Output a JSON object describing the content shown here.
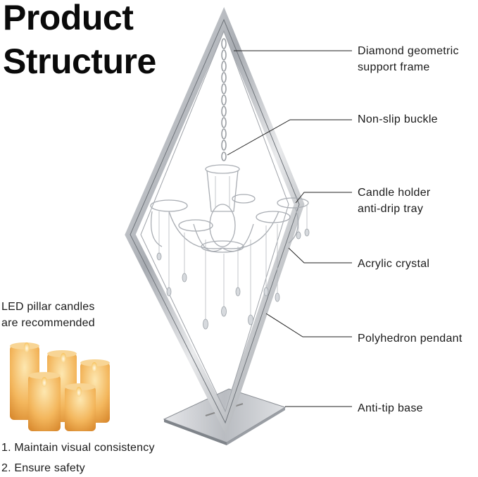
{
  "heading": {
    "line1": "Product",
    "line2": "Structure"
  },
  "callouts": [
    {
      "line1": "Diamond geometric",
      "line2": "support frame"
    },
    {
      "line1": "Non-slip buckle",
      "line2": ""
    },
    {
      "line1": "Candle holder",
      "line2": "anti-drip tray"
    },
    {
      "line1": "Acrylic crystal",
      "line2": ""
    },
    {
      "line1": "Polyhedron pendant",
      "line2": ""
    },
    {
      "line1": "Anti-tip base",
      "line2": ""
    }
  ],
  "recommendation": {
    "line1": "LED pillar candles",
    "line2": "are recommended"
  },
  "benefits": [
    "1. Maintain visual consistency",
    "2. Ensure safety"
  ],
  "colors": {
    "frame_silver": "#c9ccd0",
    "frame_dark": "#7d8187",
    "candle_glow": "#f4b860",
    "text": "#1a1a1a"
  }
}
